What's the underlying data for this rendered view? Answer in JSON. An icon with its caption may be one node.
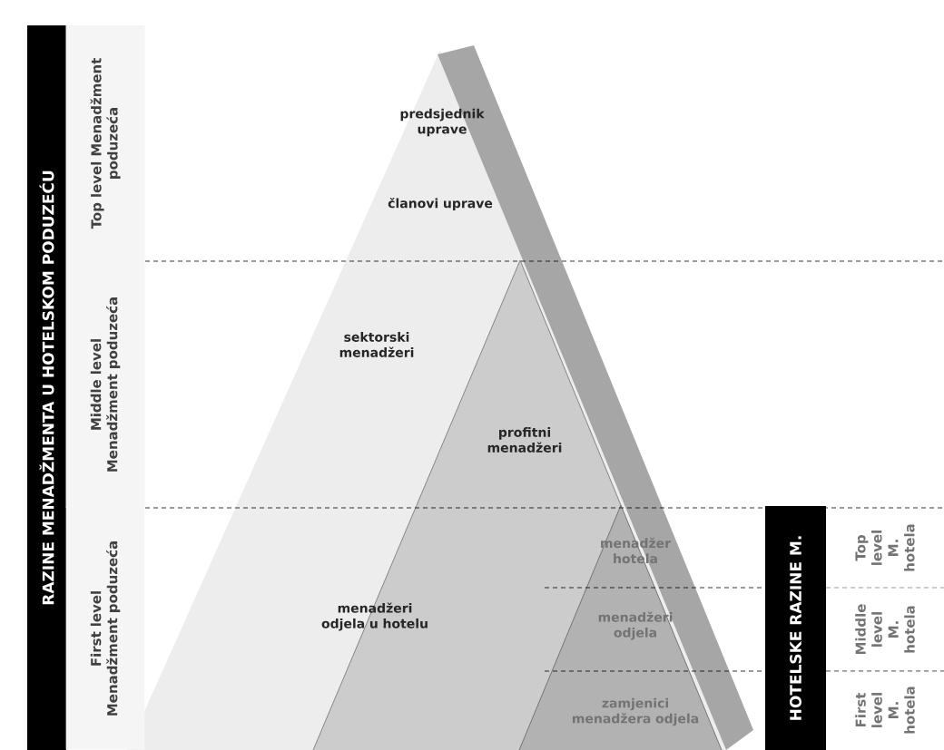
{
  "diagram": {
    "nodes": [
      {
        "text": [
          "RAZINE MENADŽMENTA U HOTELSKOM PODUZEĆU"
        ]
      },
      {
        "text": [
          "Top level Menadžment poduzeća"
        ]
      },
      {
        "text": [
          "Middle level Menadžment poduzeća"
        ]
      },
      {
        "text": [
          "First level Menadžment poduzeća"
        ]
      },
      {
        "text": [
          "HOTELSKE RAZINE M."
        ]
      },
      {
        "text": [
          "Top level M. hotela"
        ]
      },
      {
        "text": [
          "Middle level M. hotela"
        ]
      },
      {
        "text": [
          "First level M. hotela"
        ]
      }
    ],
    "labels": [
      "predsjednik uprave",
      "članovi uprave",
      "sektorski menadžeri",
      "profitni menadžeri",
      "menadžeri odjela u hotelu",
      "menadžer hotela",
      "menadžeri odjela",
      "zamjenici menadžera odjela"
    ]
  }
}
